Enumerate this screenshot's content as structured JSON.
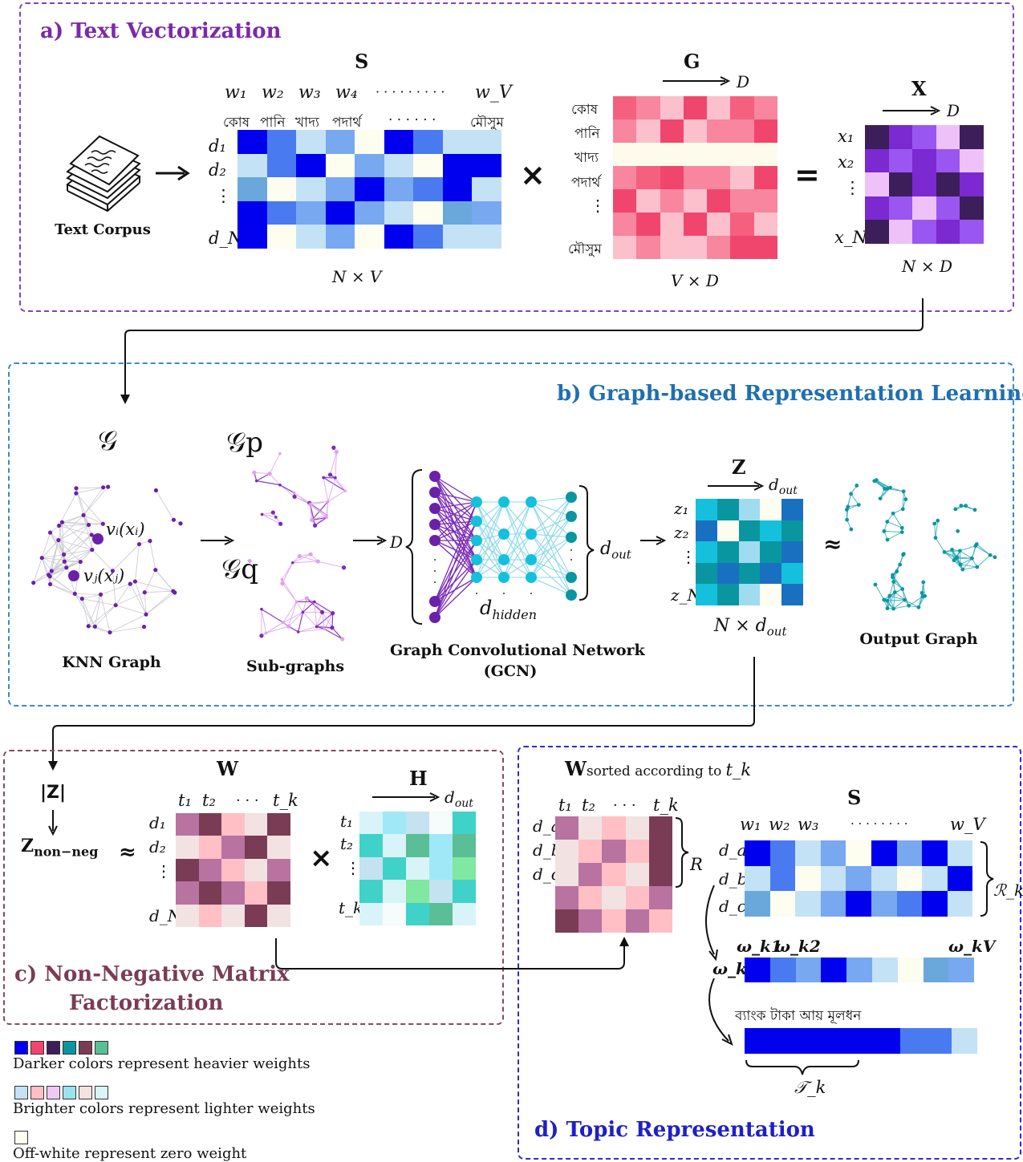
{
  "panel_a": {
    "title": "a) Text Vectorization",
    "corpus_label": "Text Corpus",
    "S_title": "S",
    "S_col_math": [
      "w₁",
      "w₂",
      "w₃",
      "w₄",
      "· · · · · · · · ·",
      "w_V"
    ],
    "S_col_words": [
      "কোষ",
      "পানি",
      "খাদ্য",
      "পদার্থ",
      "· · · · · ·",
      "মৌসুম"
    ],
    "S_rows": [
      "d₁",
      "d₂",
      "⋮",
      "d_N"
    ],
    "S_dims": "N × V",
    "times": "×",
    "G_title": "G",
    "G_arrow": "D",
    "G_rows": [
      "কোষ",
      "পানি",
      "খাদ্য",
      "পদার্থ",
      "⋮",
      "মৌসুম"
    ],
    "G_dims": "V × D",
    "equals": "=",
    "X_title": "X",
    "X_arrow": "D",
    "X_rows": [
      "x₁",
      "x₂",
      "⋮",
      "x_N"
    ],
    "X_dims": "N × D"
  },
  "panel_b": {
    "title": "b) Graph-based Representation Learning",
    "knn_symbol": "𝒢",
    "vi": "vᵢ(xᵢ)",
    "vj": "vⱼ(xⱼ)",
    "knn_label": "KNN Graph",
    "gp": "𝒢p",
    "gq": "𝒢q",
    "subgraph_label": "Sub-graphs",
    "D": "D",
    "d_hidden": "d_hidden",
    "d_out": "d_out",
    "gcn_label_1": "Graph Convolutional Network",
    "gcn_label_2": "(GCN)",
    "Z_title": "Z",
    "Z_arrow": "d_out",
    "Z_rows": [
      "z₁",
      "z₂",
      "⋮",
      "z_N"
    ],
    "Z_dims": "N × d_out",
    "approx": "≈",
    "output_label": "Output Graph"
  },
  "panel_c": {
    "title_1": "c) Non-Negative Matrix",
    "title_2": "Factorization",
    "absZ": "|Z|",
    "znonneg": "Z",
    "znonneg_sub": "non−neg",
    "approx": "≈",
    "W_title": "W",
    "W_cols": [
      "t₁",
      "t₂",
      "· · ·",
      "t_k"
    ],
    "W_rows": [
      "d₁",
      "d₂",
      "⋮",
      "d_N"
    ],
    "times": "×",
    "H_title": "H",
    "H_arrow": "d_out",
    "H_rows": [
      "t₁",
      "t₂",
      "⋮",
      "t_k"
    ]
  },
  "panel_d": {
    "title": "d) Topic Representation",
    "Wsorted": "W",
    "Wsorted_sub": "sorted according to",
    "Wsorted_tk": "t_k",
    "Ws_cols": [
      "t₁",
      "t₂",
      "· · ·",
      "t_k"
    ],
    "Ws_rows": [
      "d_a",
      "d_b",
      "d_c"
    ],
    "R": "R",
    "S_title": "S",
    "S_cols": [
      "w₁",
      "w₂",
      "w₃",
      "· · · · · · · ·",
      "w_V"
    ],
    "S_rows": [
      "d_a",
      "d_b",
      "d_c"
    ],
    "Rk": "ℛ_k",
    "omega_labels": [
      "ω_k1",
      "ω_k2",
      "ω_kV"
    ],
    "omega_k": "ω_k",
    "topic_words": "ব্যাংক টাকা আয় মূলধন",
    "Tk": "𝒯_k"
  },
  "legend": {
    "dark_colors": [
      "#0000ee",
      "#f0466e",
      "#3c1e5a",
      "#0a96a0",
      "#7a3c55",
      "#5abe96"
    ],
    "dark_text": "Darker colors represent heavier weights",
    "light_colors": [
      "#c4e2f5",
      "#ffbfc4",
      "#f0c8f5",
      "#9ae4f0",
      "#f3e2e2",
      "#d8f4f8"
    ],
    "light_text": "Brighter colors represent lighter weights",
    "zero_color": "#fdfdf0",
    "zero_text": "Off-white represent zero weight"
  },
  "colors": {
    "panel_a_border": "#8a3cc8",
    "panel_b_border": "#3a8ac8",
    "panel_c_border": "#8a4a5a",
    "panel_d_border": "#2a2ae0",
    "title_a": "#7a2aa8",
    "title_b": "#1f6fb0",
    "title_c": "#7a3c55",
    "title_d": "#1f1fc8"
  }
}
